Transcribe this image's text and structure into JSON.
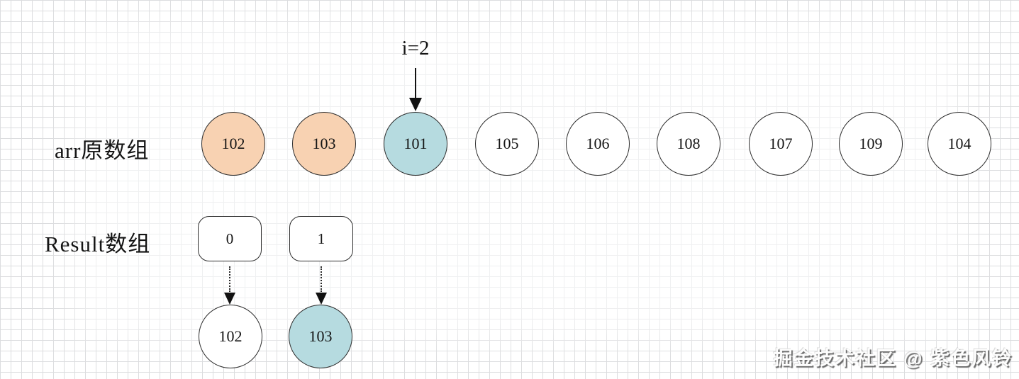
{
  "pointer": {
    "label": "i=2",
    "points_to_value": "101",
    "points_to_index": 2
  },
  "arr_row": {
    "label": "arr原数组",
    "items": [
      {
        "value": "102",
        "fill": "#f8d2b2"
      },
      {
        "value": "103",
        "fill": "#f8d2b2"
      },
      {
        "value": "101",
        "fill": "#b6dbe0"
      },
      {
        "value": "105",
        "fill": "#ffffff"
      },
      {
        "value": "106",
        "fill": "#ffffff"
      },
      {
        "value": "108",
        "fill": "#ffffff"
      },
      {
        "value": "107",
        "fill": "#ffffff"
      },
      {
        "value": "109",
        "fill": "#ffffff"
      },
      {
        "value": "104",
        "fill": "#ffffff"
      }
    ]
  },
  "result_row": {
    "label": "Result数组",
    "slots": [
      {
        "index": "0"
      },
      {
        "index": "1"
      }
    ],
    "targets": [
      {
        "value": "102",
        "fill": "#ffffff"
      },
      {
        "value": "103",
        "fill": "#b6dbe0"
      }
    ]
  },
  "watermark": {
    "text": "掘金技术社区 @ 紫色风铃"
  },
  "colors": {
    "highlight_peach": "#f8d2b2",
    "highlight_blue": "#b6dbe0",
    "stroke": "#2d2d2d",
    "grid_line": "#dcdddf"
  }
}
